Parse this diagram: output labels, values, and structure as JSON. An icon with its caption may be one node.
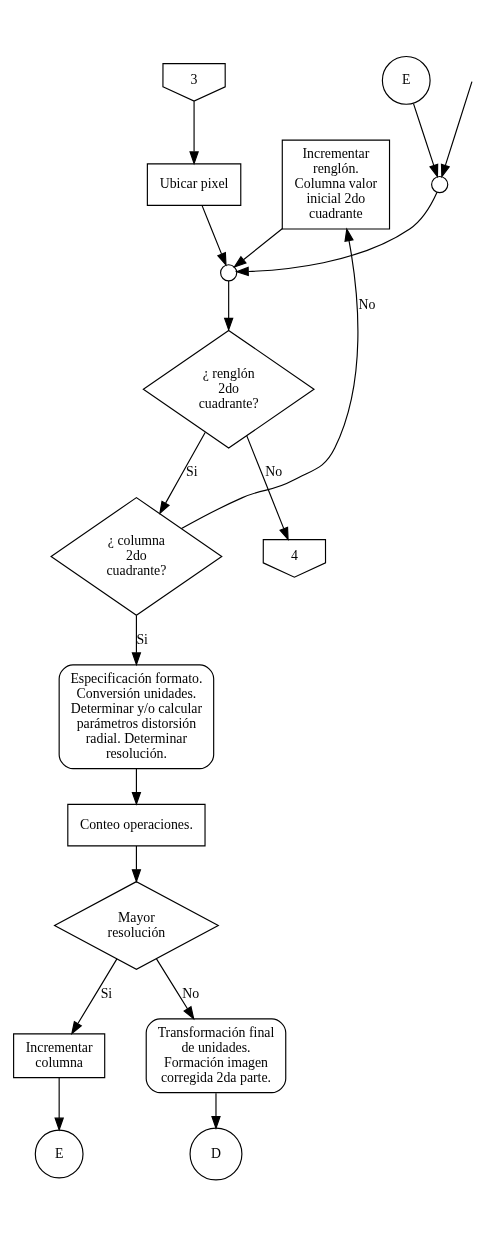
{
  "diagram": {
    "nodes": [
      {
        "text": [
          "3"
        ]
      },
      {
        "text": [
          "Ubicar pixel"
        ]
      },
      {
        "text": [
          "E"
        ]
      },
      {
        "text": [
          "Incrementar renglón. Columna valor inicial 2do cuadrante"
        ]
      },
      {
        "text": [],
        "shape": "circle"
      },
      {
        "text": [],
        "shape": "circle"
      },
      {
        "text": [
          "¿ renglón 2do cuadrante?"
        ]
      },
      {
        "text": [
          "¿ columna 2do cuadrante?"
        ]
      },
      {
        "text": [
          "Especificación formato. Conversión unidades. Determinar y/o calcular parámetros distorsión radial. Determinar resolución."
        ]
      },
      {
        "text": [
          "Conteo operaciones."
        ]
      },
      {
        "text": [
          "Mayor resolución"
        ]
      },
      {
        "text": [
          "Incrementar columna"
        ]
      },
      {
        "text": [
          "E"
        ]
      },
      {
        "text": [
          "Transformación final de unidades. Formación imagen corregida 2da parte."
        ]
      },
      {
        "text": [
          "D"
        ]
      },
      {
        "text": [
          "4"
        ]
      }
    ],
    "edges": [
      {
        "from": 0,
        "to": 1,
        "arrow": "to"
      },
      {
        "from": 1,
        "to": 4,
        "arrow": "to"
      },
      {
        "from": 2,
        "to": 5,
        "arrow": "to"
      },
      {
        "from": null,
        "to": 5,
        "arrow": "to"
      },
      {
        "from": 5,
        "to": 4,
        "arrow": "to"
      },
      {
        "from": 4,
        "to": 6,
        "arrow": "to"
      },
      {
        "from": 6,
        "to": 7,
        "arrow": "to",
        "label": "Si"
      },
      {
        "from": 6,
        "to": 15,
        "arrow": "to",
        "label": "No"
      },
      {
        "from": 7,
        "to": 3,
        "arrow": "to",
        "label": "No"
      },
      {
        "from": 3,
        "to": 4,
        "arrow": "to"
      },
      {
        "from": 7,
        "to": 8,
        "arrow": "to",
        "label": "Si"
      },
      {
        "from": 8,
        "to": 9,
        "arrow": "to"
      },
      {
        "from": 9,
        "to": 10,
        "arrow": "to"
      },
      {
        "from": 10,
        "to": 11,
        "arrow": "to",
        "label": "Si"
      },
      {
        "from": 11,
        "to": 12,
        "arrow": "to"
      },
      {
        "from": 10,
        "to": 13,
        "arrow": "to",
        "label": "No"
      },
      {
        "from": 13,
        "to": 14,
        "arrow": "to"
      }
    ]
  }
}
